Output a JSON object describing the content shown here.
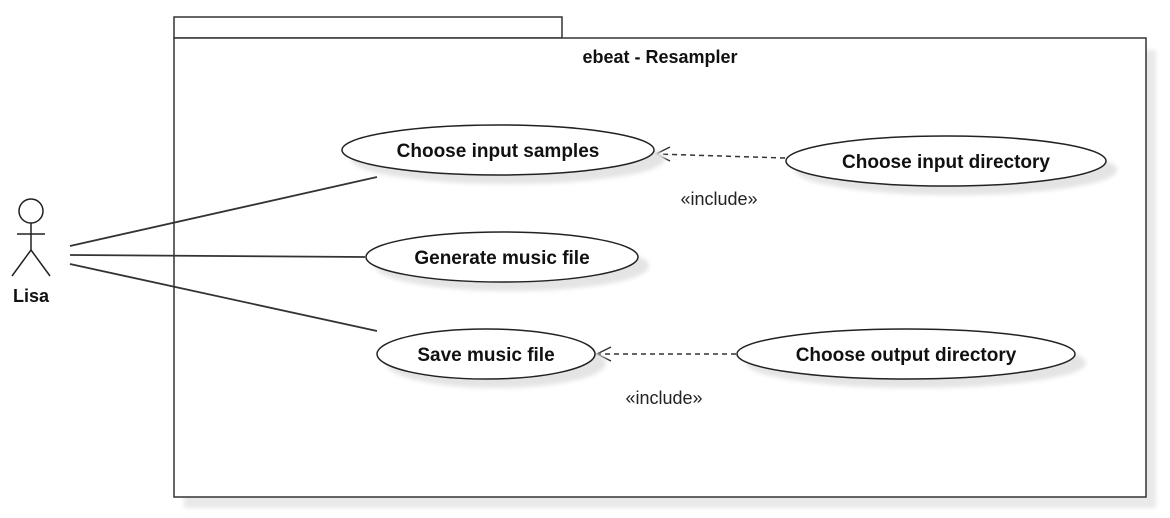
{
  "system": {
    "title": "ebeat - Resampler"
  },
  "actor": {
    "name": "Lisa"
  },
  "use_cases": {
    "choose_input_samples": "Choose input samples",
    "choose_input_directory": "Choose input directory",
    "generate_music_file": "Generate music file",
    "save_music_file": "Save music file",
    "choose_output_directory": "Choose output directory"
  },
  "relations": {
    "include_input": "«include»",
    "include_output": "«include»"
  }
}
